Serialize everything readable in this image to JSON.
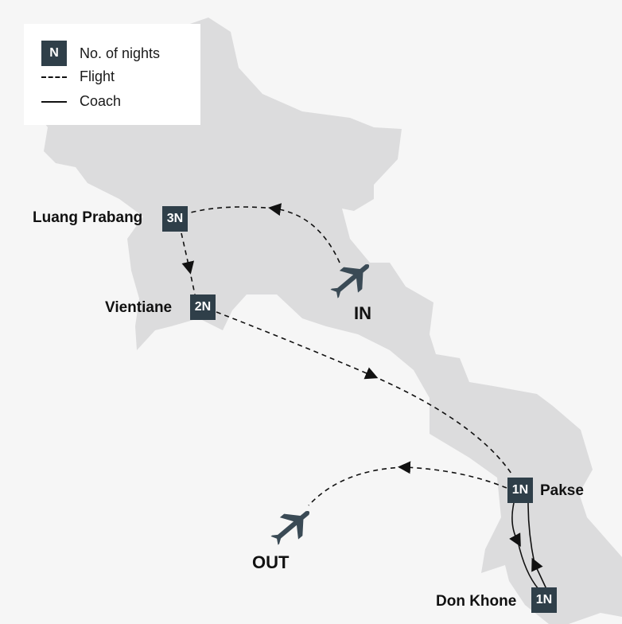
{
  "legend": {
    "badge_sample": "N",
    "nights_label": "No. of nights",
    "flight_label": "Flight",
    "coach_label": "Coach"
  },
  "stops": [
    {
      "name": "Luang Prabang",
      "nights": "3N"
    },
    {
      "name": "Vientiane",
      "nights": "2N"
    },
    {
      "name": "Pakse",
      "nights": "1N"
    },
    {
      "name": "Don Khone",
      "nights": "1N"
    }
  ],
  "arrival_label": "IN",
  "departure_label": "OUT",
  "colors": {
    "land": "#dcdcdd",
    "background": "#f6f6f6",
    "badge": "#2f3f49",
    "plane": "#3a4a55",
    "route": "#111111"
  },
  "icons": [
    "plane-icon-in",
    "plane-icon-out"
  ]
}
